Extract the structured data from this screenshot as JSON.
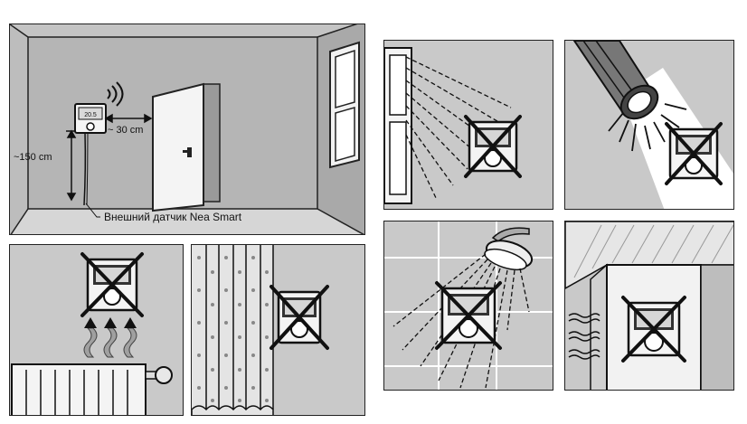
{
  "room_panel": {
    "height_label": "~150 cm",
    "distance_label": "~ 30 cm",
    "sensor_caption": "Внешний датчик Nea Smart",
    "display_text": "20.5"
  },
  "icons": {
    "thermostat": "thermostat-icon",
    "forbidden_mark": "cross-mark-icon",
    "wireless": "wireless-signal-icon"
  },
  "colors": {
    "panel_fill": "#c9c9c9",
    "wall_dark": "#a9a9a9",
    "line": "#111111",
    "highlight": "#ffffff"
  }
}
